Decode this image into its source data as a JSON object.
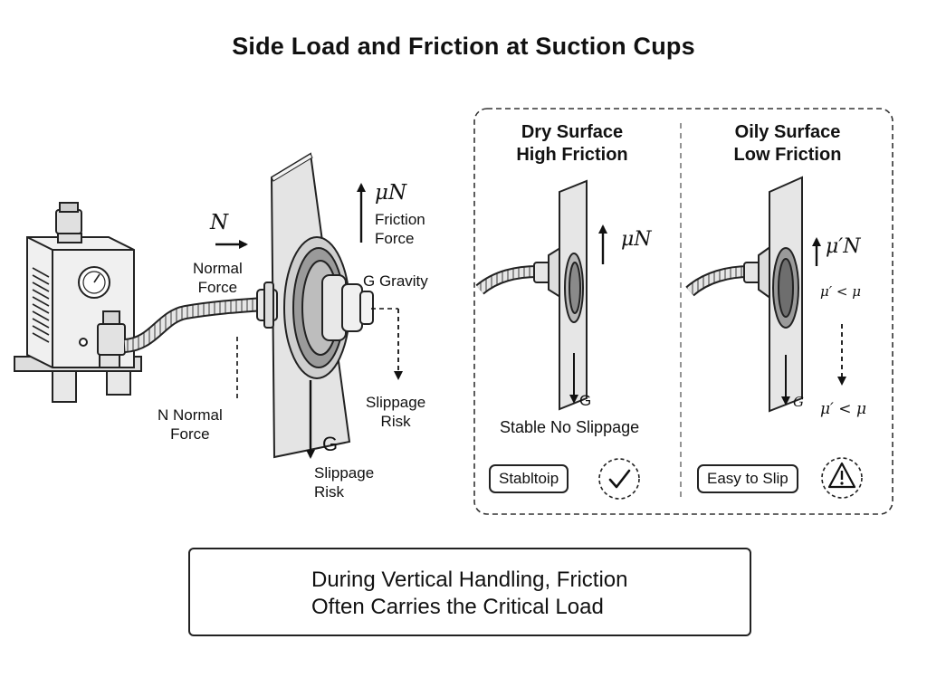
{
  "title": "Side Load and Friction at Suction Cups",
  "main_labels": {
    "n_symbol": "N",
    "normal_force": "Normal\nForce",
    "mu_n": "μN",
    "friction_force": "Friction\nForce",
    "g_gravity": "G Gravity",
    "slippage_risk_right": "Slippage\nRisk",
    "n_normal_force_left": "N Normal\nForce",
    "g_symbol": "G",
    "slippage_risk_bottom": "Slippage\nRisk"
  },
  "comparison": {
    "dry": {
      "heading": "Dry Surface\nHigh Friction",
      "force_label": "μN",
      "gravity_label": "G",
      "result": "Stable No Slippage",
      "badge": "Stabltoip",
      "badge_icon": "check-icon"
    },
    "oily": {
      "heading": "Oily Surface\nLow Friction",
      "force_label": "μ′N",
      "inequality_1": "μ′ < μ",
      "gravity_label": "G",
      "inequality_2": "μ′ < μ",
      "badge": "Easy to Slip",
      "badge_icon": "warning-icon"
    }
  },
  "warning": {
    "icon": "warning-icon",
    "text": "During Vertical Handling, Friction\nOften Carries the Critical Load"
  }
}
